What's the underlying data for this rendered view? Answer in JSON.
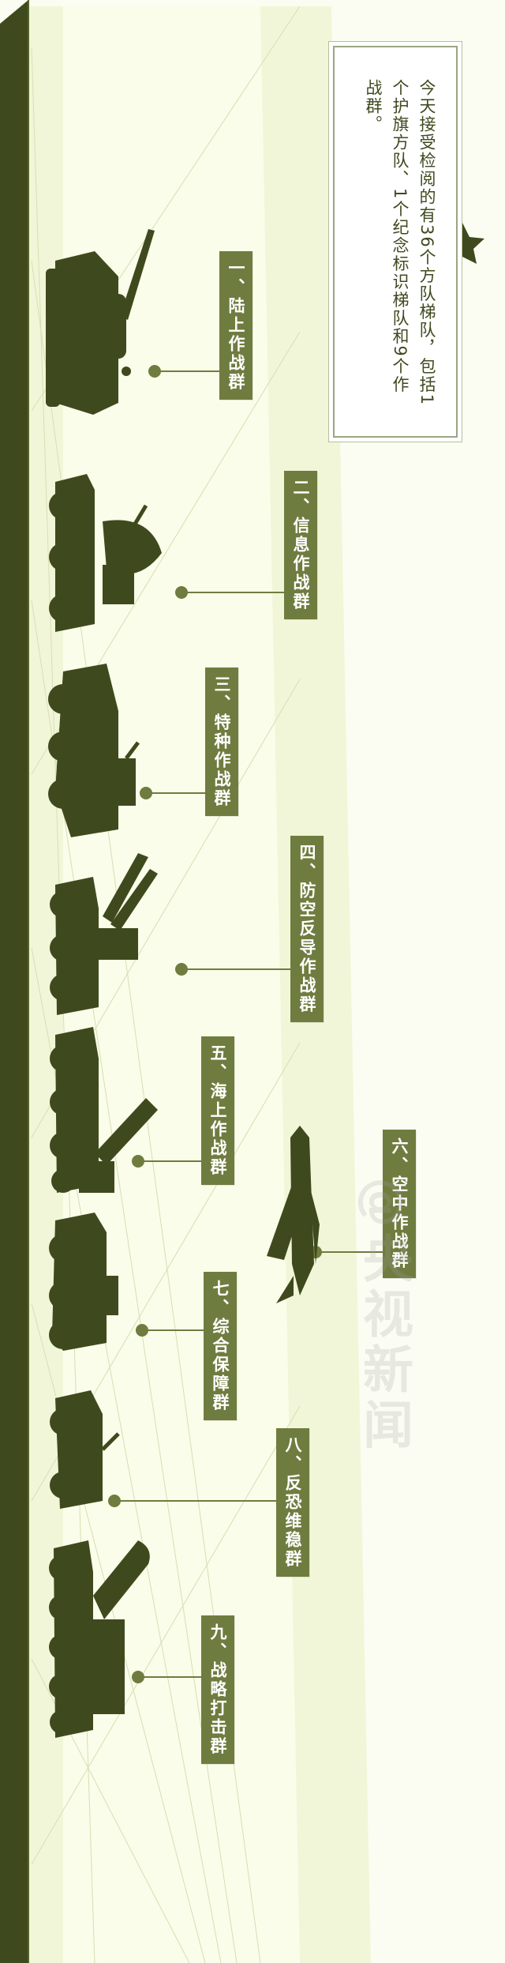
{
  "intro": "今天接受检阅的有36个方队梯队，包括1个护旗方队、1个纪念标识梯队和9个作战群。",
  "groups": [
    "一、陆上作战群",
    "二、信息作战群",
    "三、特种作战群",
    "四、防空反导作战群",
    "五、海上作战群",
    "六、空中作战群",
    "七、综合保障群",
    "八、反恐维稳群",
    "九、战略打击群"
  ],
  "watermark": "@央视新闻",
  "icons": [
    "star-icon",
    "tank-icon",
    "radar-vehicle-icon",
    "armored-vehicle-icon",
    "launcher-icon",
    "missile-launcher-icon",
    "fighter-jet-icon",
    "transport-truck-icon",
    "patrol-vehicle-icon",
    "strategic-missile-icon"
  ],
  "colors": {
    "olive_dark": "#3e4a1e",
    "olive_label": "#6f7c3f",
    "ground": "#f4f7dd",
    "background": "#fbfdf2"
  }
}
